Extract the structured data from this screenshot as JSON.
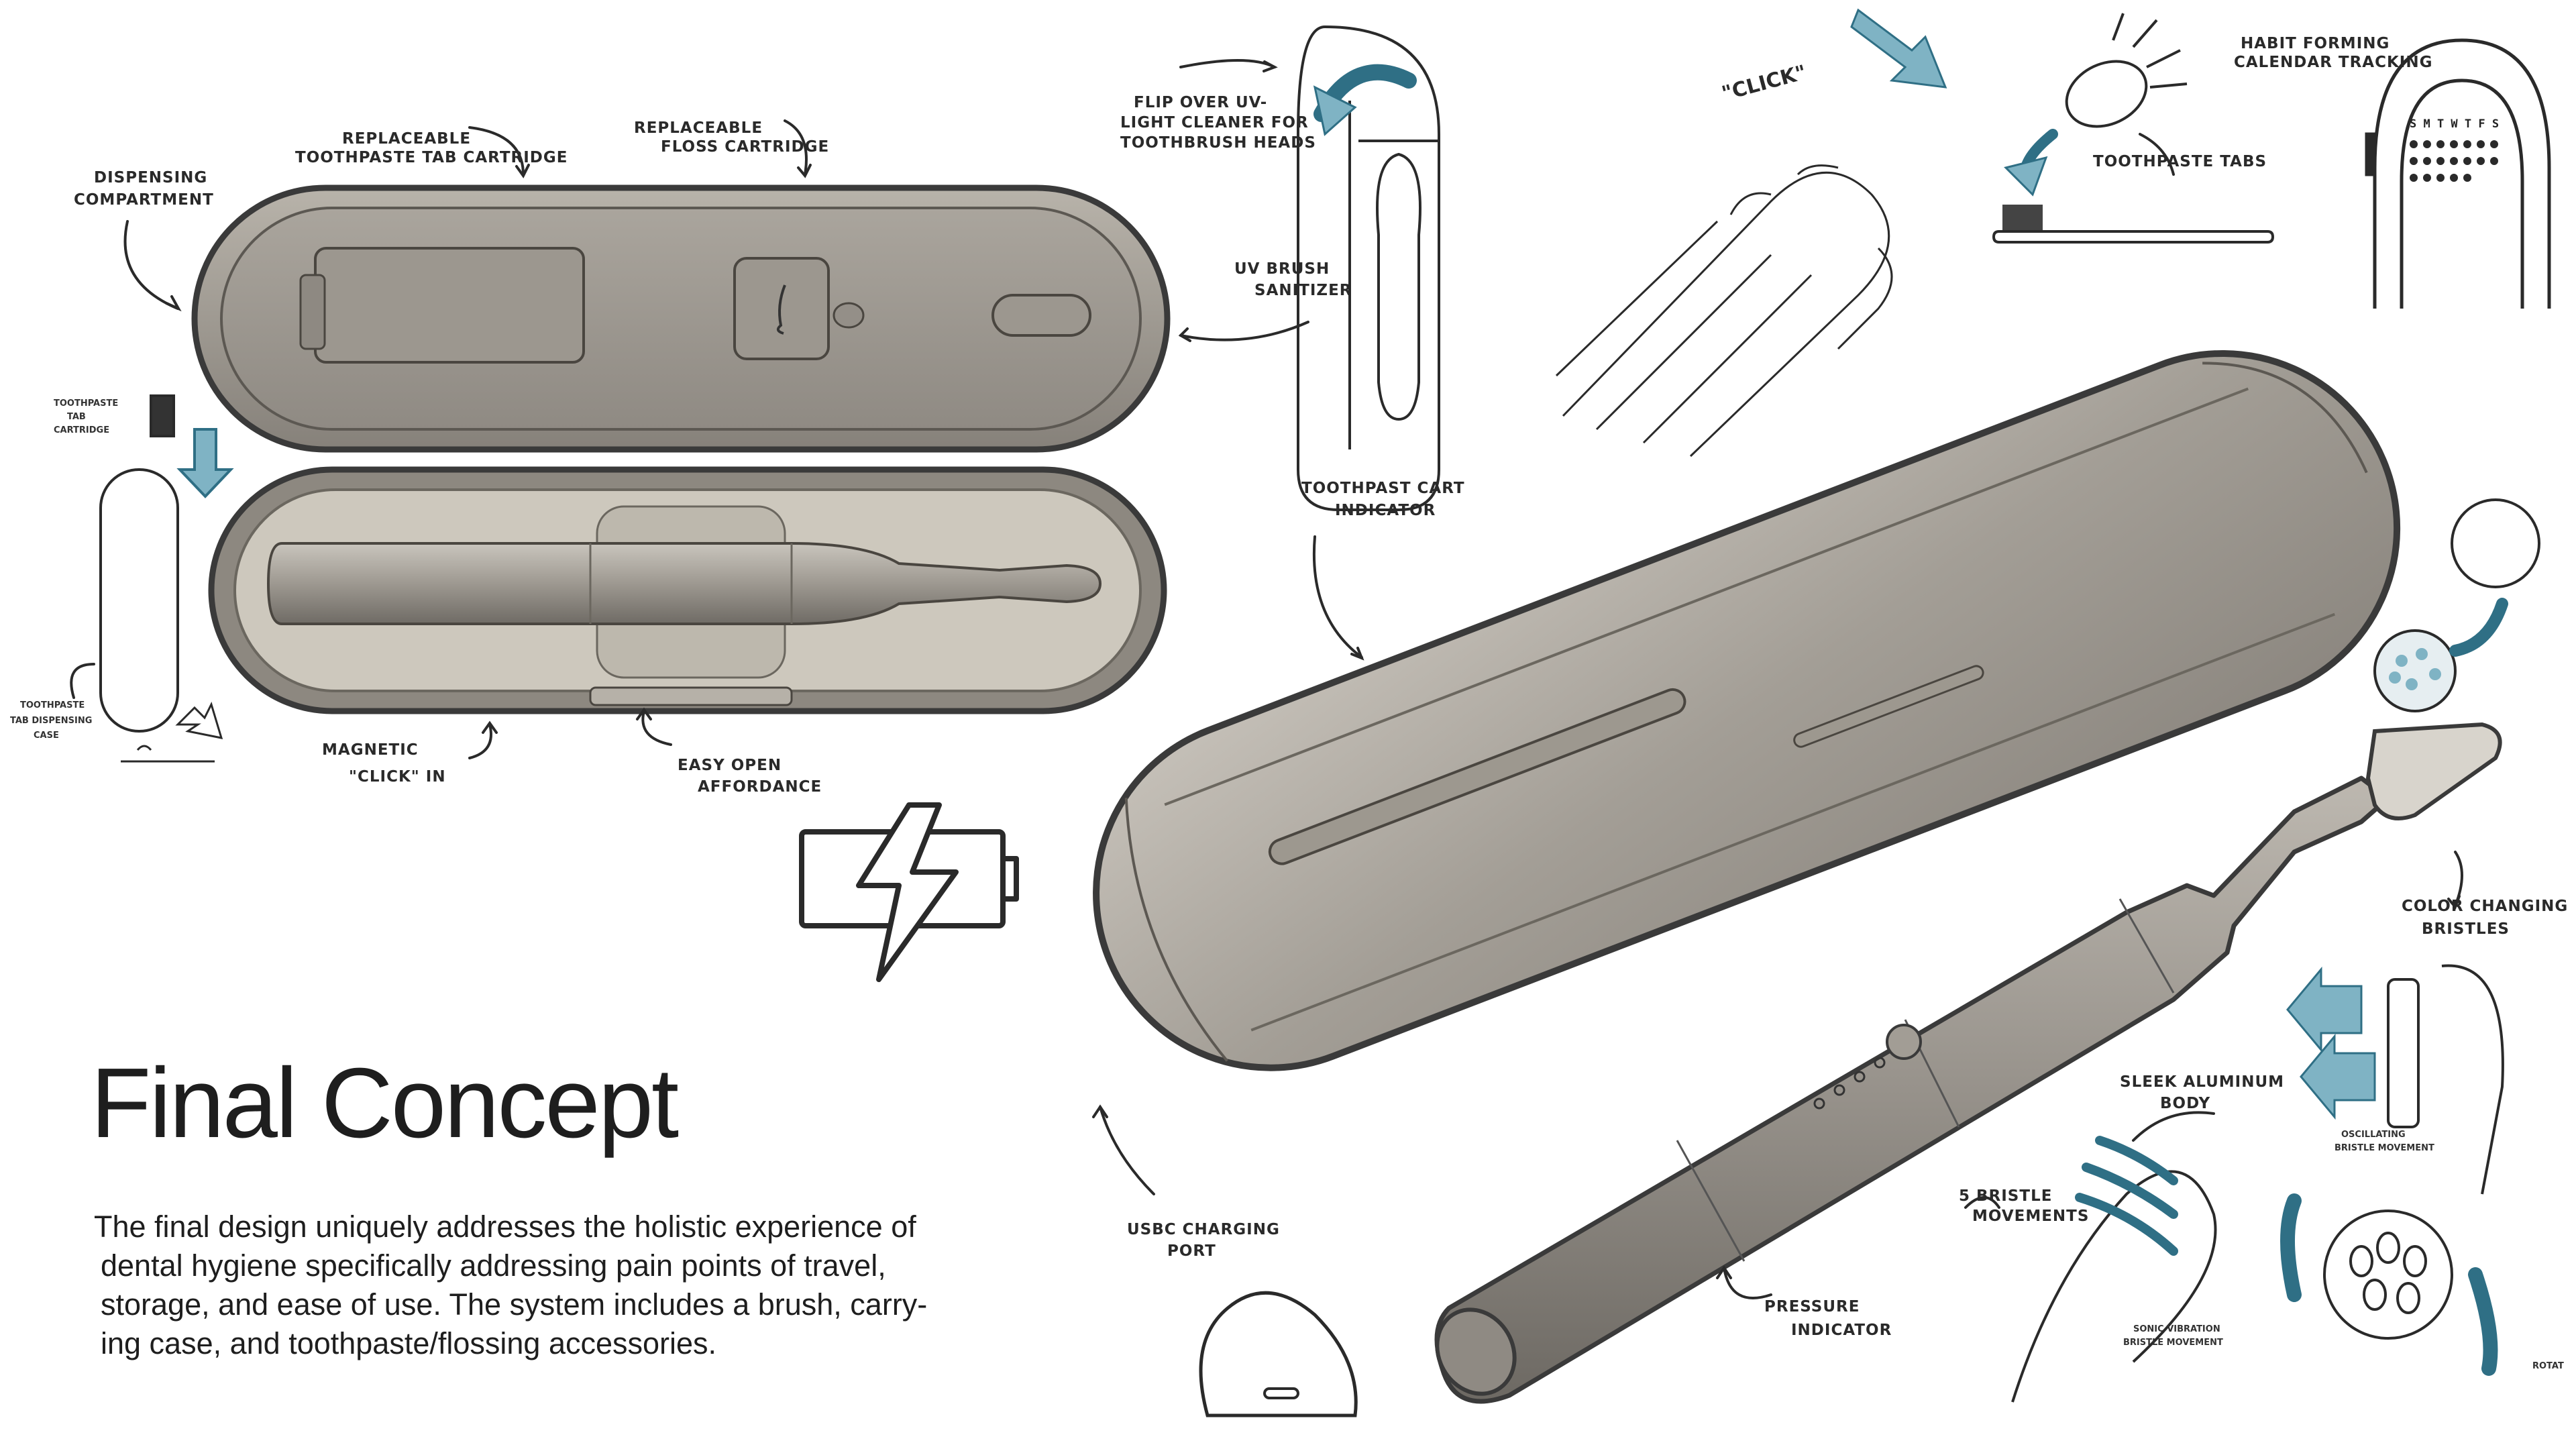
{
  "title": "Final Concept",
  "description_lines": [
    "The final design uniquely addresses the holistic experience of",
    "dental hygiene specifically addressing pain points of travel,",
    "storage, and ease of use. The system includes a brush, carry-",
    "ing case, and toothpaste/flossing accessories."
  ],
  "annotations": {
    "dispensing_1": "DISPENSING",
    "dispensing_2": "COMPARTMENT",
    "tab_cart_1": "REPLACEABLE",
    "tab_cart_2": "TOOTHPASTE TAB CARTRIDGE",
    "floss_1": "REPLACEABLE",
    "floss_2": "FLOSS CARTRIDGE",
    "flip_1": "FLIP OVER UV-",
    "flip_2": "LIGHT CLEANER FOR",
    "flip_3": "TOOTHBRUSH HEADS",
    "uv_1": "UV BRUSH",
    "uv_2": "SANITIZER",
    "click_quote": "\"CLICK\"",
    "tabs": "TOOTHPASTE TABS",
    "habit_1": "HABIT FORMING",
    "habit_2": "CALENDAR TRACKING",
    "calendar_days": "S M T W T F S",
    "tab_cartridge_1": "TOOTHPASTE",
    "tab_cartridge_2": "TAB",
    "tab_cartridge_3": "CARTRIDGE",
    "dispense_case_1": "TOOTHPASTE",
    "dispense_case_2": "TAB DISPENSING",
    "dispense_case_3": "CASE",
    "cart_ind_1": "TOOTHPAST CART",
    "cart_ind_2": "INDICATOR",
    "magnetic_1": "MAGNETIC",
    "magnetic_2": "\"CLICK\" IN",
    "easy_1": "EASY OPEN",
    "easy_2": "AFFORDANCE",
    "color_1": "COLOR CHANGING",
    "color_2": "BRISTLES",
    "sleek_1": "SLEEK ALUMINUM",
    "sleek_2": "BODY",
    "five_1": "5 BRISTLE",
    "five_2": "MOVEMENTS",
    "usbc_1": "USBC CHARGING",
    "usbc_2": "PORT",
    "pressure_1": "PRESSURE",
    "pressure_2": "INDICATOR",
    "oscillating_1": "OSCILLATING",
    "oscillating_2": "BRISTLE MOVEMENT",
    "sonic_1": "SONIC VIBRATION",
    "sonic_2": "BRISTLE MOVEMENT",
    "rotat": "ROTAT"
  },
  "colors": {
    "accent_blue": "#7fb3c4",
    "case_shell": "#9a958c",
    "case_inner": "#cdc8bd",
    "ink": "#2a2a2a"
  }
}
